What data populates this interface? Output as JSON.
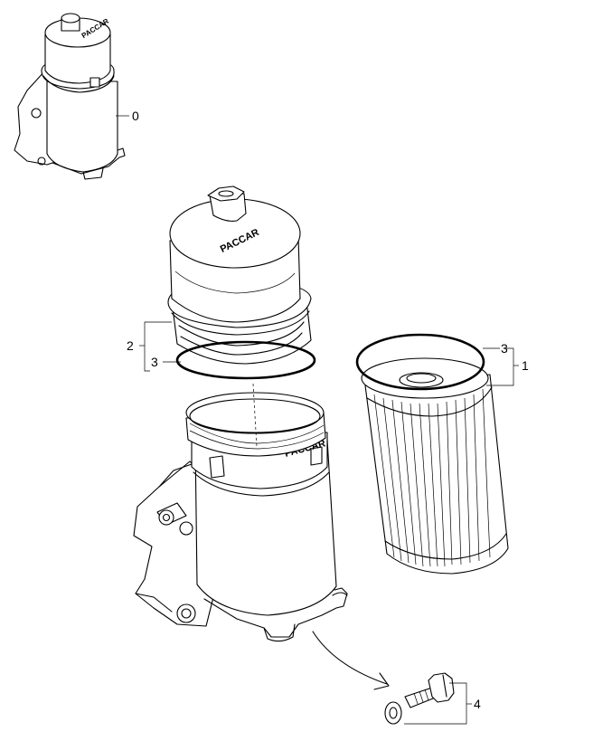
{
  "callouts": {
    "assembly": "0",
    "filter_element_kit": "1",
    "cap_kit": "2",
    "o_ring_cap": "3",
    "o_ring_filter": "3",
    "bolt_kit": "4"
  },
  "brand_marks": {
    "cap_logo": "PACCAR",
    "housing_logo": "PACCAR",
    "thumbnail_logo": "PACCAR"
  }
}
